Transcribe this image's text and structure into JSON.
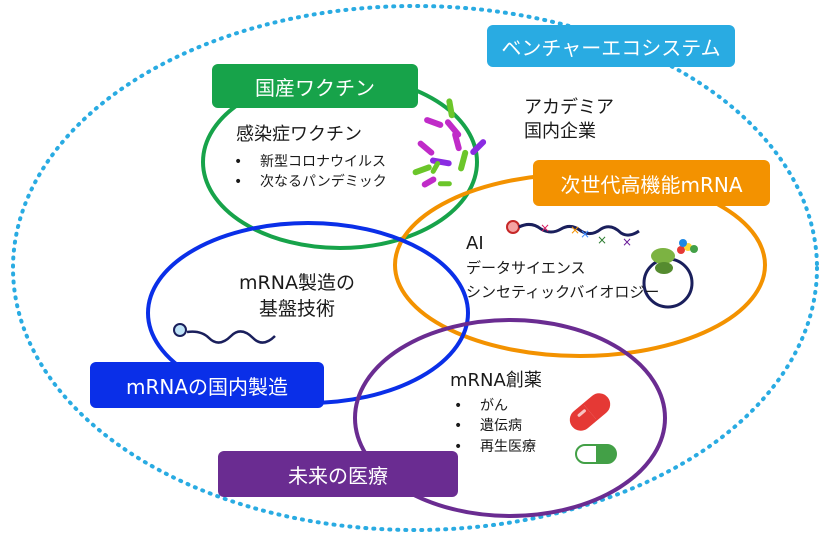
{
  "colors": {
    "ecosystem": "#29ABE2",
    "vaccine": "#17A34A",
    "nextgen": "#F39200",
    "manufacturing": "#0A2FE8",
    "drug": "#6A2C91"
  },
  "ecosystem": {
    "tag": "ベンチャーエコシステム",
    "partners": [
      "アカデミア",
      "国内企業"
    ]
  },
  "vaccine": {
    "tag": "国産ワクチン",
    "title": "感染症ワクチン",
    "bullets": [
      "新型コロナウイルス",
      "次なるパンデミック"
    ],
    "icon": "antibody-icon"
  },
  "nextgen": {
    "tag": "次世代高機能mRNA",
    "lines": [
      "AI",
      "データサイエンス",
      "シンセティックバイオロジー"
    ],
    "icons": [
      "mrna-strand-icon",
      "circular-rna-icon"
    ]
  },
  "manufacturing": {
    "tag": "mRNAの国内製造",
    "lines": [
      "mRNA製造の",
      "基盤技術"
    ],
    "icon": "mrna-strand-icon"
  },
  "drug": {
    "tag": "未来の医療",
    "title": "mRNA創薬",
    "bullets": [
      "がん",
      "遺伝病",
      "再生医療"
    ],
    "icons": [
      "red-capsule-icon",
      "green-capsule-icon"
    ]
  }
}
